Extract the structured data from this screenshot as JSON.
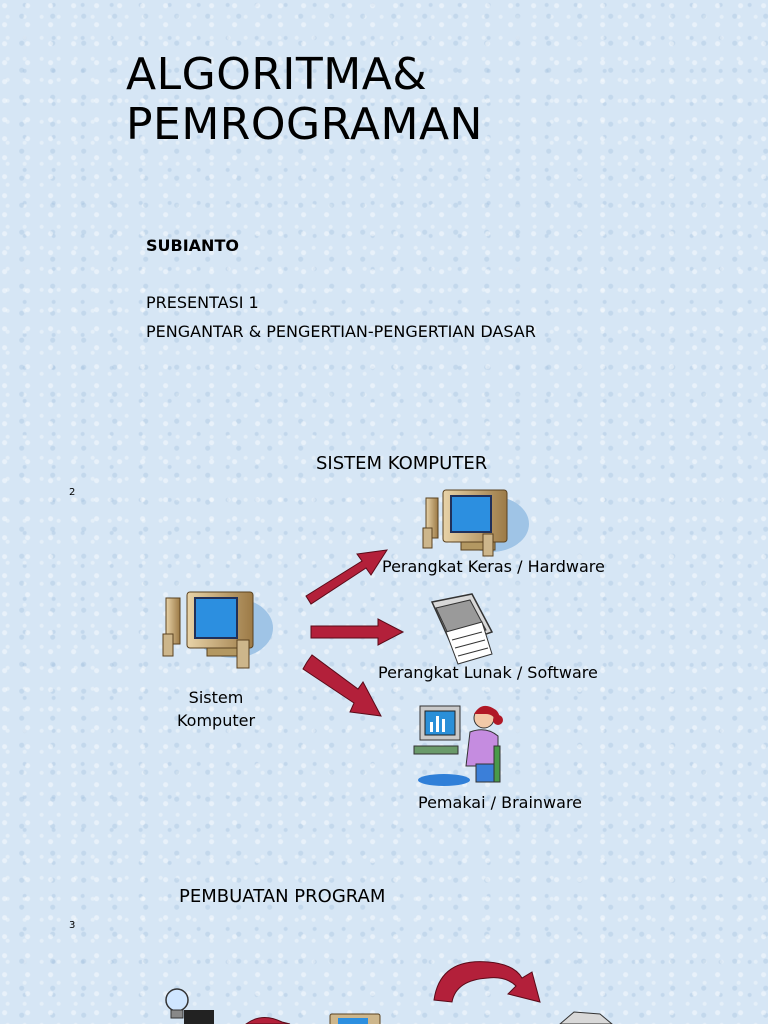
{
  "slide1": {
    "title_line1": "ALGORITMA&",
    "title_line2": "PEMROGRAMAN",
    "author": "SUBIANTO",
    "presentation": "PRESENTASI 1",
    "subtitle": "PENGANTAR & PENGERTIAN-PENGERTIAN DASAR"
  },
  "slide2": {
    "number": "2",
    "heading": "SISTEM KOMPUTER",
    "center_label_line1": "Sistem",
    "center_label_line2": "Komputer",
    "items": [
      {
        "label": "Perangkat Keras / Hardware",
        "icon": "computer-icon"
      },
      {
        "label": "Perangkat Lunak / Software",
        "icon": "printer-icon"
      },
      {
        "label": "Pemakai / Brainware",
        "icon": "user-at-computer-icon"
      }
    ],
    "arrow_color": "#b3203a"
  },
  "slide3": {
    "number": "3",
    "heading": "PEMBUATAN PROGRAM"
  }
}
